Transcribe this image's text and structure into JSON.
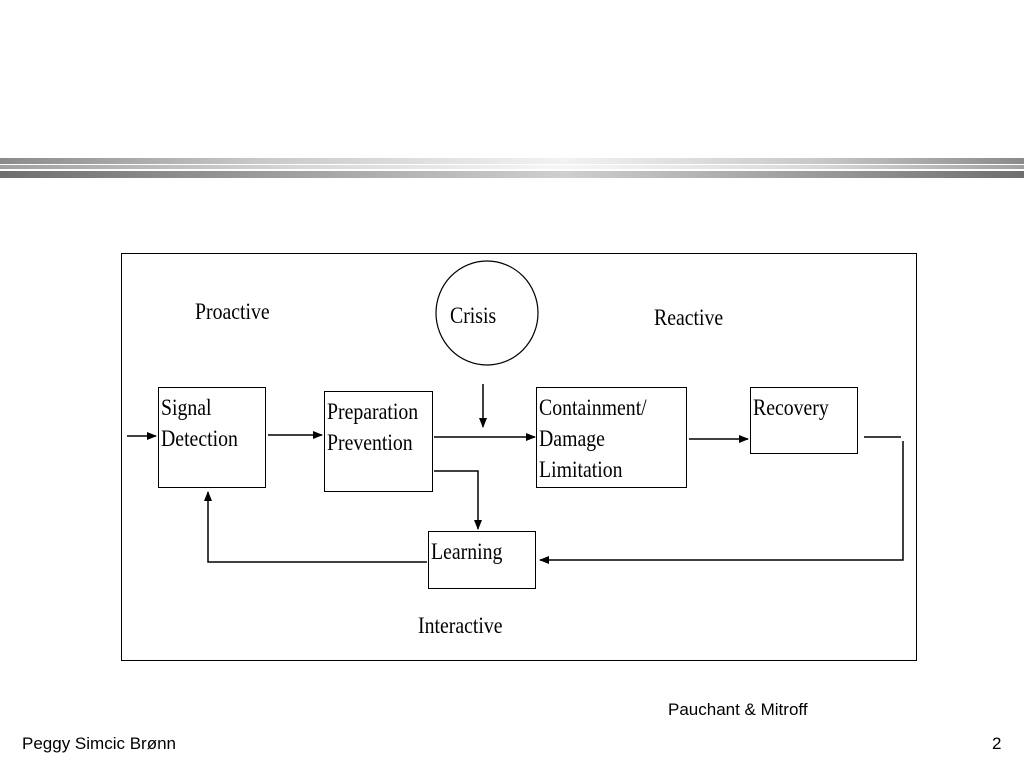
{
  "diagram": {
    "labels": {
      "proactive": "Proactive",
      "reactive": "Reactive",
      "interactive": "Interactive"
    },
    "nodes": {
      "crisis": "Crisis",
      "signal_detection": "Signal\nDetection",
      "preparation_prevention": "Preparation\nPrevention",
      "containment": "Containment/\nDamage\nLimitation",
      "recovery": "Recovery",
      "learning": "Learning"
    }
  },
  "slide": {
    "source": "Pauchant & Mitroff",
    "author": "Peggy Simcic Brønn",
    "page_number": "2"
  }
}
